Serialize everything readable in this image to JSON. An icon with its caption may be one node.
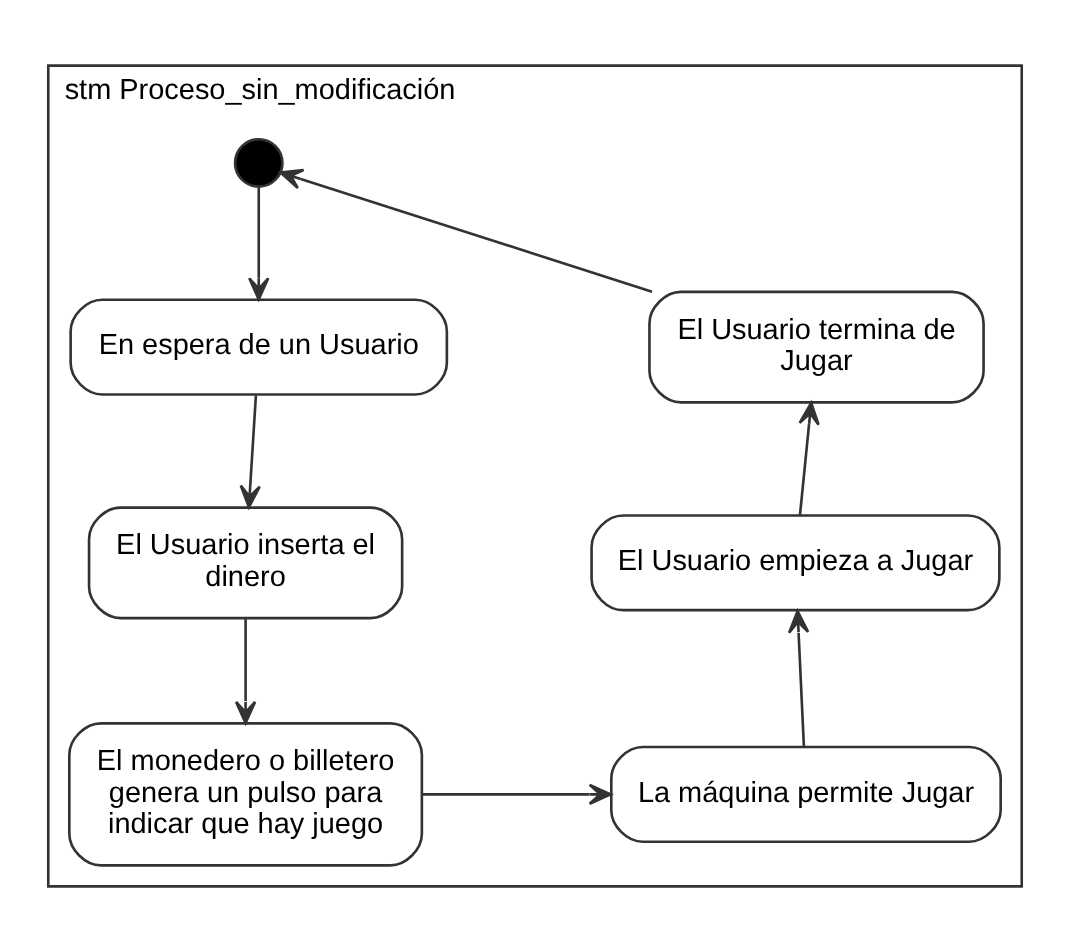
{
  "diagram": {
    "nodes": [
      {
        "text": [
          "stm Proceso_sin_modificación"
        ]
      },
      {
        "text": [],
        "shape": "circle",
        "in": 0
      },
      {
        "text": [
          "En espera de un Usuario"
        ],
        "in": 0
      },
      {
        "text": [
          "El Usuario inserta el dinero"
        ],
        "in": 0
      },
      {
        "text": [
          "El monedero o billetero genera un pulso para indicar que hay juego"
        ],
        "in": 0
      },
      {
        "text": [
          "La máquina permite Jugar"
        ],
        "in": 0
      },
      {
        "text": [
          "El Usuario empieza a Jugar"
        ],
        "in": 0
      },
      {
        "text": [
          "El Usuario termina de Jugar"
        ],
        "in": 0
      }
    ],
    "edges": [
      {
        "from": 1,
        "to": 2,
        "arrow": "to"
      },
      {
        "from": 2,
        "to": 3,
        "arrow": "to"
      },
      {
        "from": 3,
        "to": 4,
        "arrow": "to"
      },
      {
        "from": 4,
        "to": 5,
        "arrow": "to"
      },
      {
        "from": 5,
        "to": 6,
        "arrow": "to"
      },
      {
        "from": 6,
        "to": 7,
        "arrow": "to"
      },
      {
        "from": 7,
        "to": 1,
        "arrow": "to"
      }
    ]
  }
}
